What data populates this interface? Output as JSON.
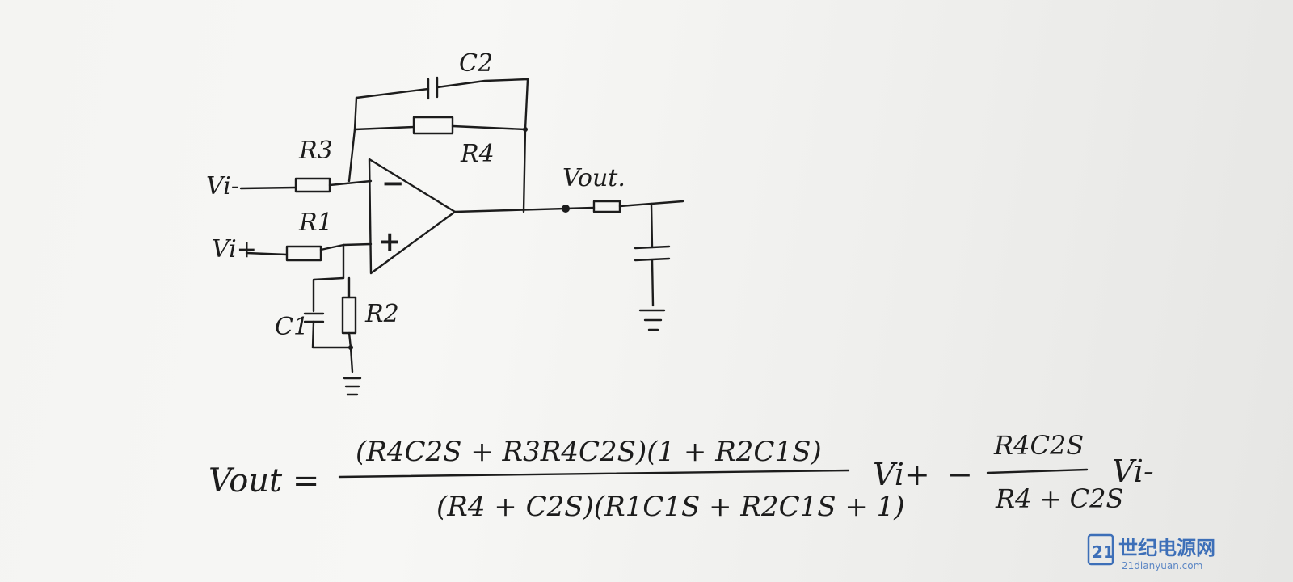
{
  "labels": {
    "c2": "C2",
    "r4": "R4",
    "r3": "R3",
    "r1": "R1",
    "r2": "R2",
    "c1": "C1",
    "vin_minus": "Vi-",
    "vin_plus": "Vi+",
    "vout": "Vout.",
    "minus_sign": "−",
    "plus_sign": "+"
  },
  "equation": {
    "lhs": "Vout =",
    "numerator": "(R4C2S + R3R4C2S)(1 + R2C1S)",
    "denominator": "(R4 + C2S)(R1C1S + R2C1S + 1)",
    "term1_var": "Vi+",
    "minus": "−",
    "numerator2": "R4C2S",
    "denominator2": "R4 + C2S",
    "term2_var": "Vi-"
  },
  "watermark": {
    "logo": "21",
    "text_cn": "世纪电源网",
    "text_en": "21dianyuan.com",
    "color": "#3d6fb8"
  }
}
